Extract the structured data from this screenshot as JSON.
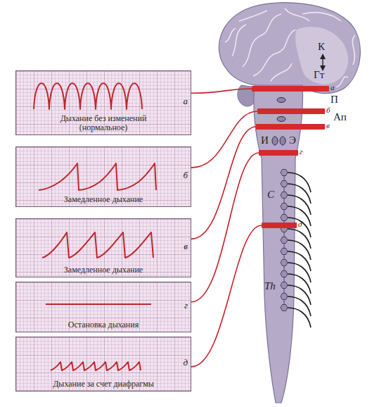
{
  "diagram": {
    "nodes": [
      {
        "text": [
          "Дыхание без изменений (нормальное)",
          "а"
        ]
      },
      {
        "text": [
          "Замедленное дыхание",
          "б"
        ]
      },
      {
        "text": [
          "Замедленное дыхание",
          "в"
        ]
      },
      {
        "text": [
          "Остановка дыхания",
          "г"
        ]
      },
      {
        "text": [
          "Дыхание за счет диафрагмы",
          "д"
        ]
      },
      {
        "text": [
          "а"
        ]
      },
      {
        "text": [
          "б"
        ]
      },
      {
        "text": [
          "в"
        ]
      },
      {
        "text": [
          "г"
        ]
      },
      {
        "text": [
          "д"
        ]
      }
    ],
    "edges": [
      {
        "from": 0,
        "to": 5,
        "arrow": "none"
      },
      {
        "from": 1,
        "to": 6,
        "arrow": "none"
      },
      {
        "from": 2,
        "to": 7,
        "arrow": "none"
      },
      {
        "from": 3,
        "to": 8,
        "arrow": "none"
      },
      {
        "from": 4,
        "to": 9,
        "arrow": "none"
      }
    ],
    "labels": [
      "К",
      "Гт",
      "П",
      "Ап",
      "И",
      "Э",
      "C",
      "Th"
    ]
  }
}
